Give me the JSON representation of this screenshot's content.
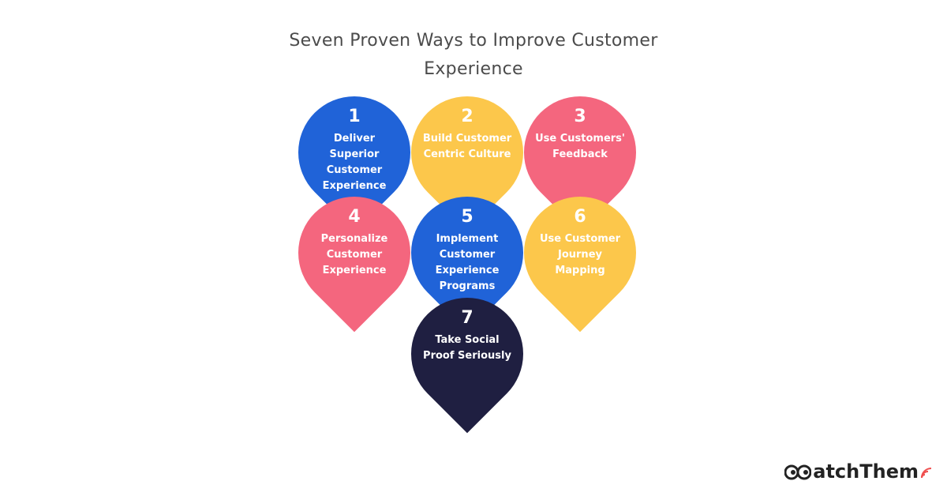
{
  "title": "Seven Proven Ways to Improve Customer Experience",
  "steps": [
    {
      "number": "1",
      "label": "Deliver Superior Customer Experience"
    },
    {
      "number": "2",
      "label": "Build Customer Centric Culture"
    },
    {
      "number": "3",
      "label": "Use Customers' Feedback"
    },
    {
      "number": "4",
      "label": "Personalize Customer Experience"
    },
    {
      "number": "5",
      "label": "Implement Customer Experience Programs"
    },
    {
      "number": "6",
      "label": "Use Customer Journey Mapping"
    },
    {
      "number": "7",
      "label": "Take Social Proof Seriously"
    }
  ],
  "colors": {
    "blue": "#2063d8",
    "yellow": "#fcc74b",
    "pink": "#f4667e",
    "navy": "#1f1f41",
    "accent": "#ef4f4f"
  },
  "logo": {
    "text": "atchThem"
  }
}
